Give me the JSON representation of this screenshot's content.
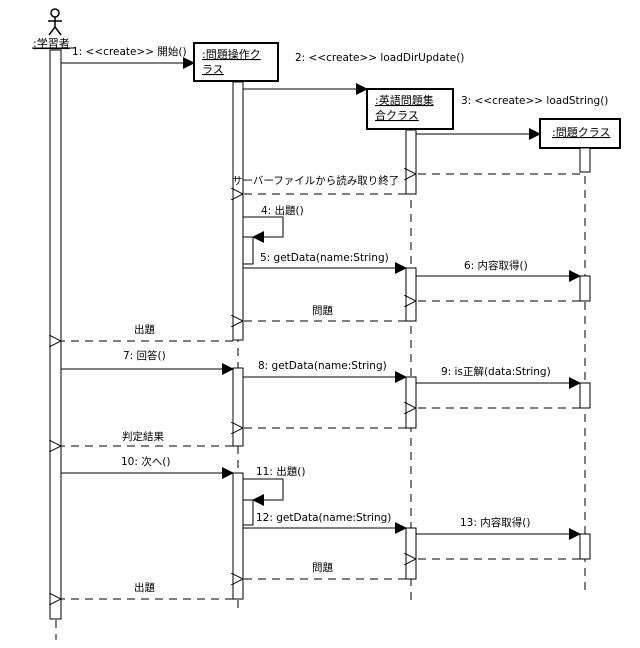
{
  "diagram": {
    "type": "sequence",
    "colors": {
      "line": "#000000",
      "background": "#ffffff"
    },
    "actor": {
      "id": "learner",
      "label": ":学習者"
    },
    "objects": [
      {
        "id": "ops",
        "label_lines": [
          ":問題操作ク",
          "ラス"
        ]
      },
      {
        "id": "set",
        "label_lines": [
          ":英語問題集",
          "合クラス"
        ]
      },
      {
        "id": "q",
        "label_lines": [
          ":問題クラス"
        ]
      }
    ],
    "messages": [
      {
        "id": "m1",
        "label": "1: <<create>> 開始()",
        "from": "learner",
        "to": "ops",
        "kind": "create"
      },
      {
        "id": "m2",
        "label": "2: <<create>> loadDirUpdate()",
        "from": "ops",
        "to": "set",
        "kind": "create"
      },
      {
        "id": "m3",
        "label": "3: <<create>> loadString()",
        "from": "set",
        "to": "q",
        "kind": "create"
      },
      {
        "id": "r3",
        "label": "",
        "from": "q",
        "to": "set",
        "kind": "return"
      },
      {
        "id": "r2",
        "label": "サーバーファイルから読み取り終了",
        "from": "set",
        "to": "ops",
        "kind": "return"
      },
      {
        "id": "m4",
        "label": "4: 出題()",
        "from": "ops",
        "to": "ops",
        "kind": "self"
      },
      {
        "id": "m5",
        "label": "5: getData(name:String)",
        "from": "ops",
        "to": "set",
        "kind": "call"
      },
      {
        "id": "m6",
        "label": "6: 内容取得()",
        "from": "set",
        "to": "q",
        "kind": "call"
      },
      {
        "id": "r6",
        "label": "",
        "from": "q",
        "to": "set",
        "kind": "return"
      },
      {
        "id": "r5",
        "label": "問題",
        "from": "set",
        "to": "ops",
        "kind": "return"
      },
      {
        "id": "r1",
        "label": "出題",
        "from": "ops",
        "to": "learner",
        "kind": "return"
      },
      {
        "id": "m7",
        "label": "7: 回答()",
        "from": "learner",
        "to": "ops",
        "kind": "call"
      },
      {
        "id": "m8",
        "label": "8: getData(name:String)",
        "from": "ops",
        "to": "set",
        "kind": "call"
      },
      {
        "id": "m9",
        "label": "9: is正解(data:String)",
        "from": "set",
        "to": "q",
        "kind": "call"
      },
      {
        "id": "r9",
        "label": "",
        "from": "q",
        "to": "set",
        "kind": "return"
      },
      {
        "id": "r8",
        "label": "",
        "from": "set",
        "to": "ops",
        "kind": "return"
      },
      {
        "id": "r7",
        "label": "判定結果",
        "from": "ops",
        "to": "learner",
        "kind": "return"
      },
      {
        "id": "m10",
        "label": "10: 次へ()",
        "from": "learner",
        "to": "ops",
        "kind": "call"
      },
      {
        "id": "m11",
        "label": "11: 出題()",
        "from": "ops",
        "to": "ops",
        "kind": "self"
      },
      {
        "id": "m12",
        "label": "12: getData(name:String)",
        "from": "ops",
        "to": "set",
        "kind": "call"
      },
      {
        "id": "m13",
        "label": "13: 内容取得()",
        "from": "set",
        "to": "q",
        "kind": "call"
      },
      {
        "id": "r13",
        "label": "",
        "from": "q",
        "to": "set",
        "kind": "return"
      },
      {
        "id": "r12",
        "label": "問題",
        "from": "set",
        "to": "ops",
        "kind": "return"
      },
      {
        "id": "r10",
        "label": "出題",
        "from": "ops",
        "to": "learner",
        "kind": "return"
      }
    ]
  }
}
